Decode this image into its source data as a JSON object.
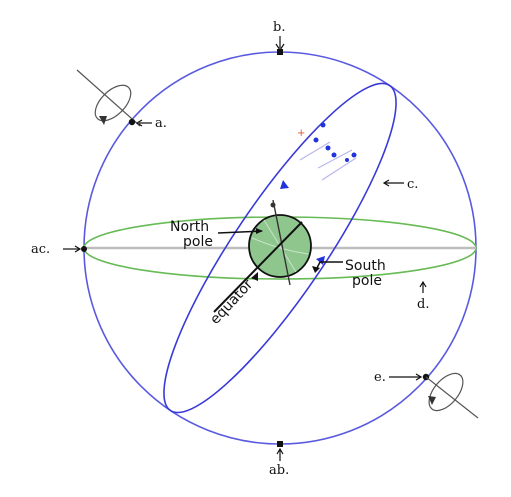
{
  "diagram": {
    "labels": {
      "a": "a.",
      "b": "b.",
      "c": "c.",
      "d": "d.",
      "e": "e.",
      "ac": "ac.",
      "ab": "ab.",
      "north_pole_line1": "North",
      "north_pole_line2": "pole",
      "south_pole_line1": "South",
      "south_pole_line2": "pole",
      "equator": "equator"
    },
    "colors": {
      "celestial_sphere": "#5a5ae0",
      "ecliptic": "#3a3ad8",
      "horizon_ellipse": "#66bb55",
      "horizon_line": "#bdbdbd",
      "earth_fill": "#8ec68e",
      "earth_stroke": "#111111",
      "point": "#111111",
      "orbit_dot": "#2233dd",
      "accent_red": "#e05030"
    },
    "icons": [
      "rotation-axis-icon",
      "arrow-pointer-icon"
    ]
  }
}
